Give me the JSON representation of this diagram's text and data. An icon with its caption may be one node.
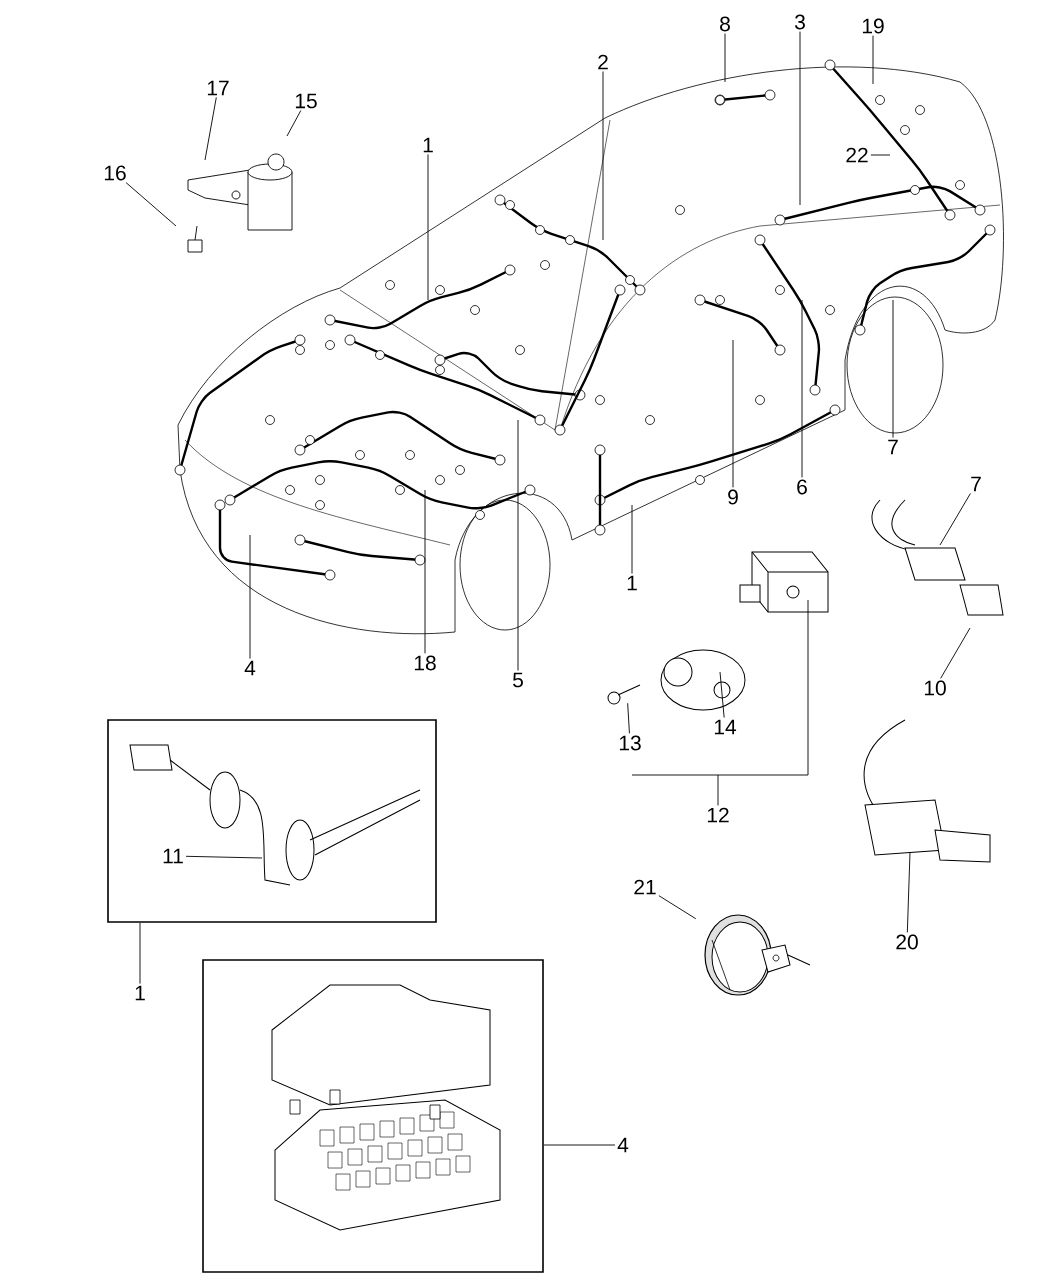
{
  "diagram": {
    "nodes": [
      {
        "text": [
          "17"
        ]
      },
      {
        "text": [
          "15"
        ]
      },
      {
        "text": [
          "16"
        ]
      },
      {
        "text": [
          "1"
        ]
      },
      {
        "text": [
          "2"
        ]
      },
      {
        "text": [
          "8"
        ]
      },
      {
        "text": [
          "3"
        ]
      },
      {
        "text": [
          "19"
        ]
      },
      {
        "text": [
          "22"
        ]
      },
      {
        "text": [
          "7"
        ]
      },
      {
        "text": [
          "6"
        ]
      },
      {
        "text": [
          "9"
        ]
      },
      {
        "text": [
          "1"
        ]
      },
      {
        "text": [
          "5"
        ]
      },
      {
        "text": [
          "18"
        ]
      },
      {
        "text": [
          "4"
        ]
      },
      {
        "text": [
          "7"
        ]
      },
      {
        "text": [
          "10"
        ]
      },
      {
        "text": [
          "14"
        ]
      },
      {
        "text": [
          "13"
        ]
      },
      {
        "text": [
          "12"
        ]
      },
      {
        "text": [
          "20"
        ]
      },
      {
        "text": [
          "21"
        ]
      },
      {
        "text": [],
        "shape": "box"
      },
      {
        "text": [
          "11"
        ],
        "in": 23
      },
      {
        "text": [
          "1"
        ]
      },
      {
        "text": [],
        "shape": "box"
      },
      {
        "text": [
          "4"
        ]
      },
      {
        "text": [],
        "shape": "picture"
      },
      {
        "text": [],
        "shape": "picture"
      }
    ],
    "edges": [
      {
        "from": 0,
        "to": null,
        "arrow": "none"
      },
      {
        "from": 1,
        "to": null,
        "arrow": "none"
      },
      {
        "from": 2,
        "to": null,
        "arrow": "none"
      },
      {
        "from": 3,
        "to": null,
        "arrow": "none"
      },
      {
        "from": 4,
        "to": null,
        "arrow": "none"
      },
      {
        "from": 5,
        "to": null,
        "arrow": "none"
      },
      {
        "from": 6,
        "to": null,
        "arrow": "none"
      },
      {
        "from": 7,
        "to": null,
        "arrow": "none"
      },
      {
        "from": 8,
        "to": null,
        "arrow": "none"
      },
      {
        "from": 9,
        "to": null,
        "arrow": "none"
      },
      {
        "from": 10,
        "to": null,
        "arrow": "none"
      },
      {
        "from": 11,
        "to": null,
        "arrow": "none"
      },
      {
        "from": 12,
        "to": null,
        "arrow": "none"
      },
      {
        "from": 13,
        "to": null,
        "arrow": "none"
      },
      {
        "from": 14,
        "to": null,
        "arrow": "none"
      },
      {
        "from": 15,
        "to": null,
        "arrow": "none"
      },
      {
        "from": 16,
        "to": null,
        "arrow": "none"
      },
      {
        "from": 17,
        "to": null,
        "arrow": "none"
      },
      {
        "from": 18,
        "to": null,
        "arrow": "none"
      },
      {
        "from": 19,
        "to": 28,
        "arrow": "none"
      },
      {
        "from": 20,
        "to": null,
        "arrow": "none"
      },
      {
        "from": 21,
        "to": null,
        "arrow": "none"
      },
      {
        "from": 22,
        "to": 29,
        "arrow": "none"
      },
      {
        "from": 24,
        "to": null,
        "arrow": "none"
      },
      {
        "from": 25,
        "to": 23,
        "arrow": "none"
      },
      {
        "from": 27,
        "to": 26,
        "arrow": "none"
      }
    ]
  }
}
